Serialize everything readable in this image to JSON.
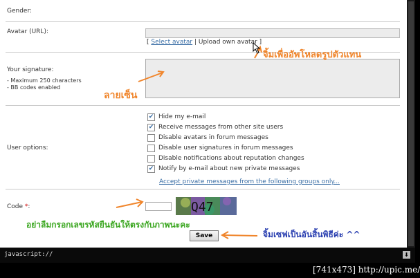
{
  "form": {
    "gender_label": "Gender:",
    "avatar_label": "Avatar (URL):",
    "avatar_link_select": "Select avatar",
    "avatar_sep": " | ",
    "avatar_upload": "Upload own avatar",
    "signature_label": "Your signature:",
    "signature_hint1": "- Maximum 250 characters",
    "signature_hint2": "- BB codes enabled",
    "options_label": "User options:",
    "options": [
      {
        "label": "Hide my e-mail",
        "checked": true
      },
      {
        "label": "Receive messages from other site users",
        "checked": true
      },
      {
        "label": "Disable avatars in forum messages",
        "checked": false
      },
      {
        "label": "Disable user signatures in forum messages",
        "checked": false
      },
      {
        "label": "Disable notifications about reputation changes",
        "checked": false
      },
      {
        "label": "Notify by e-mail about new private messages",
        "checked": true
      }
    ],
    "accept_link": "Accept private messages from the following groups only...",
    "code_label": "Code ",
    "code_star": "*",
    "code_colon": ":",
    "captcha_text": "Q47",
    "save_label": "Save"
  },
  "annotations": {
    "upload_note": "จิ้มเพื่ออัพโหลดรูปตัวแทน",
    "signature_note": "ลายเซ็น",
    "code_note": "อย่าลืมกรอกเลขรหัสยืนยันให้ตรงกับภาพนะคะ",
    "save_note": "จิ้มเซฟเป็นอันสิ้นพิธีค่ะ ^^"
  },
  "statusbar": {
    "text": "javascript://"
  },
  "watermark": "[741x473] http://upic.me/",
  "colors": {
    "link": "#3a6ea5",
    "orange": "#f0852b",
    "green": "#3aa61f",
    "blue": "#2a3fb0"
  }
}
